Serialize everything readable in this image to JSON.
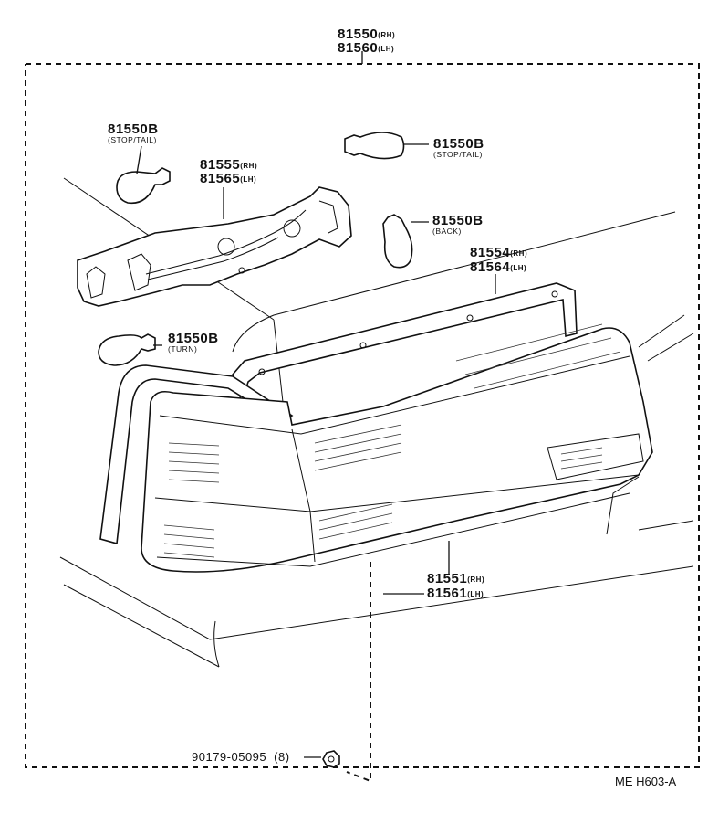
{
  "assembly": {
    "part_rh": "81550",
    "suffix_rh": "(RH)",
    "part_lh": "81560",
    "suffix_lh": "(LH)"
  },
  "bulb_stop_tail_left": {
    "part": "81550B",
    "desc": "(STOP/TAIL)"
  },
  "bulb_stop_tail_right": {
    "part": "81550B",
    "desc": "(STOP/TAIL)"
  },
  "socket_plate": {
    "part_rh": "81555",
    "suffix_rh": "(RH)",
    "part_lh": "81565",
    "suffix_lh": "(LH)"
  },
  "bulb_back": {
    "part": "81550B",
    "desc": "(BACK)"
  },
  "gasket": {
    "part_rh": "81554",
    "suffix_rh": "(RH)",
    "part_lh": "81564",
    "suffix_lh": "(LH)"
  },
  "bulb_turn": {
    "part": "81550B",
    "desc": "(TURN)"
  },
  "lens": {
    "part_rh": "81551",
    "suffix_rh": "(RH)",
    "part_lh": "81561",
    "suffix_lh": "(LH)"
  },
  "nut": {
    "part": "90179-05095",
    "qty": "(8)"
  },
  "figure_code": "ME H603-A"
}
